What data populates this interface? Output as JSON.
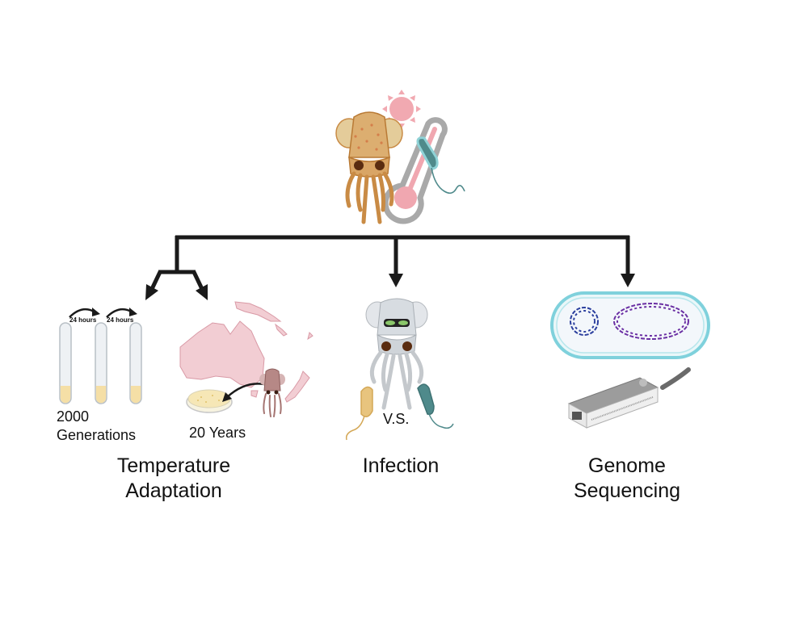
{
  "colors": {
    "arrow": "#1a1a1a",
    "squid_brown": "#c98b45",
    "squid_gray": "#c4c8cc",
    "squid_pink": "#b07a78",
    "thermometer_pink": "#f0a7b0",
    "thermometer_gray": "#a9a9a9",
    "bacteria_teal": "#4f8a8b",
    "bacteria_orange": "#e6c27a",
    "map_pink": "#f2cdd3",
    "tube_fill": "#f5dfa6",
    "cell_cyan": "#7fd1dc",
    "dna_blue": "#2b3f9e",
    "dna_purple": "#6a2fa3",
    "sequencer_gray": "#8e8e8e"
  },
  "top": {
    "icons": [
      "squid-icon",
      "thermometer-icon",
      "sun-icon",
      "bacterium-icon"
    ]
  },
  "branches": [
    {
      "id": "temperature",
      "title_line1": "Temperature",
      "title_line2": "Adaptation",
      "sub_a": {
        "interval_label_1": "24 hours",
        "interval_label_2": "24 hours",
        "caption_line1": "2000",
        "caption_line2": "Generations"
      },
      "sub_b": {
        "caption": "20 Years"
      }
    },
    {
      "id": "infection",
      "title": "Infection",
      "versus": "V.S."
    },
    {
      "id": "genome",
      "title_line1": "Genome",
      "title_line2": "Sequencing"
    }
  ]
}
